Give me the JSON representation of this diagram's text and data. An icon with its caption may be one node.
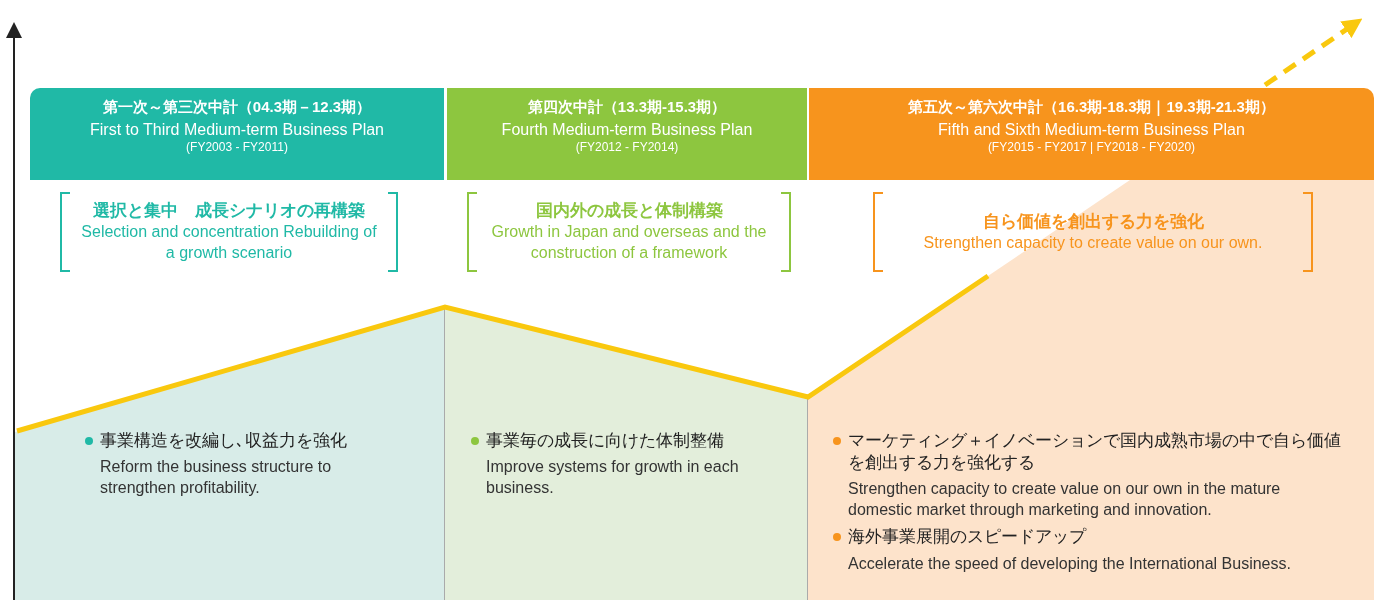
{
  "diagram": {
    "nodes": [
      {
        "text": [
          "第一次～第三次中計（04.3期－12.3期）",
          "First to Third Medium-term Business Plan",
          "(FY2003 - FY2011)"
        ]
      },
      {
        "text": [
          "第四次中計（13.3期-15.3期）",
          "Fourth Medium-term Business Plan",
          "(FY2012 - FY2014)"
        ]
      },
      {
        "text": [
          "第五次～第六次中計（16.3期-18.3期｜19.3期-21.3期）",
          "Fifth and Sixth Medium-term Business Plan",
          "(FY2015 - FY2017 | FY2018 - FY2020)"
        ]
      },
      {
        "text": [
          "選択と集中　成長シナリオの再構築",
          "Selection and concentration Rebuilding of a growth scenario"
        ]
      },
      {
        "text": [
          "国内外の成長と体制構築",
          "Growth in Japan and overseas and the construction of a framework"
        ]
      },
      {
        "text": [
          "自ら価値を創出する力を強化",
          "Strengthen capacity to create value on our own."
        ]
      },
      {
        "text": [
          "事業構造を改編し､収益力を強化",
          "Reform the business structure to strengthen profitability."
        ]
      },
      {
        "text": [
          "事業毎の成長に向けた体制整備",
          "Improve systems for growth in each business."
        ]
      },
      {
        "text": [
          "マーケティング＋イノベーションで国内成熟市場の中で自ら価値を創出する力を強化する",
          "Strengthen capacity to create value on our own in the mature domestic market through marketing and innovation.",
          "海外事業展開のスピードアップ",
          "Accelerate the speed of developing the International Business."
        ]
      }
    ]
  }
}
